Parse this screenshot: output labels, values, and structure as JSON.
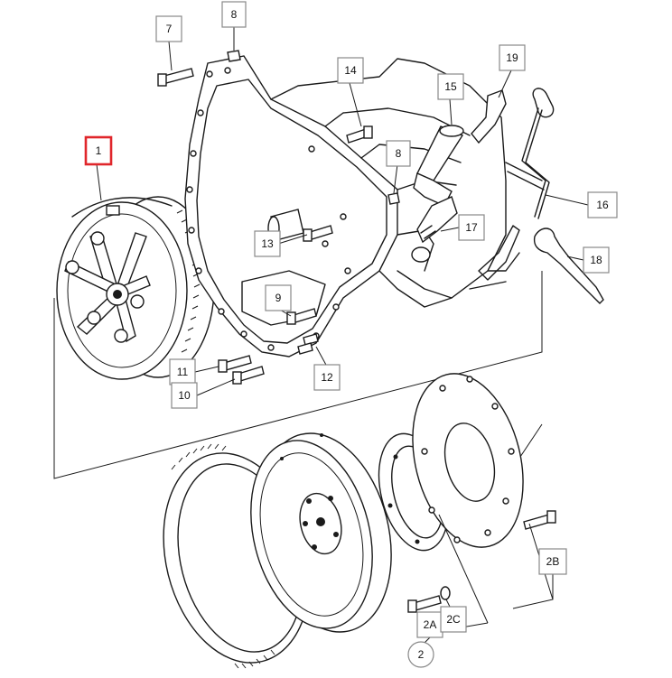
{
  "callouts": [
    {
      "id": "c1",
      "text": "1",
      "highlighted": true
    },
    {
      "id": "c7",
      "text": "7"
    },
    {
      "id": "c8a",
      "text": "8"
    },
    {
      "id": "c14",
      "text": "14"
    },
    {
      "id": "c15",
      "text": "15"
    },
    {
      "id": "c19",
      "text": "19"
    },
    {
      "id": "c8b",
      "text": "8"
    },
    {
      "id": "c16",
      "text": "16"
    },
    {
      "id": "c17",
      "text": "17"
    },
    {
      "id": "c13",
      "text": "13"
    },
    {
      "id": "c18",
      "text": "18"
    },
    {
      "id": "c9",
      "text": "9"
    },
    {
      "id": "c11",
      "text": "11"
    },
    {
      "id": "c10",
      "text": "10"
    },
    {
      "id": "c12",
      "text": "12"
    },
    {
      "id": "c2b",
      "text": "2B"
    },
    {
      "id": "c2a",
      "text": "2A"
    },
    {
      "id": "c2c",
      "text": "2C"
    },
    {
      "id": "c2",
      "text": "2",
      "shape": "circle"
    }
  ],
  "colors": {
    "highlight": "#e0262b",
    "box_border": "#888888",
    "ink": "#1a1a1a"
  }
}
